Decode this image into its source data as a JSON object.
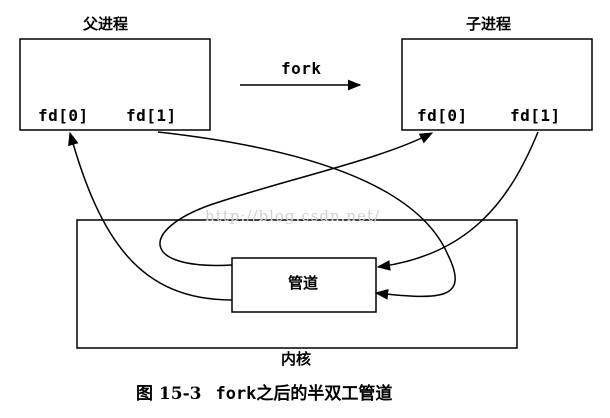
{
  "diagram": {
    "parent_process": {
      "title": "父进程",
      "fd0": "fd[0]",
      "fd1": "fd[1]"
    },
    "child_process": {
      "title": "子进程",
      "fd0": "fd[0]",
      "fd1": "fd[1]"
    },
    "fork_label": "fork",
    "pipe_label": "管道",
    "kernel_label": "内核",
    "watermark": "http://blog.csdn.net/",
    "caption": {
      "number": "图 15-3",
      "code": "fork",
      "text": "之后的半双工管道"
    },
    "colors": {
      "line": "#000000",
      "background": "#ffffff",
      "watermark": "#d0d0d0"
    }
  }
}
